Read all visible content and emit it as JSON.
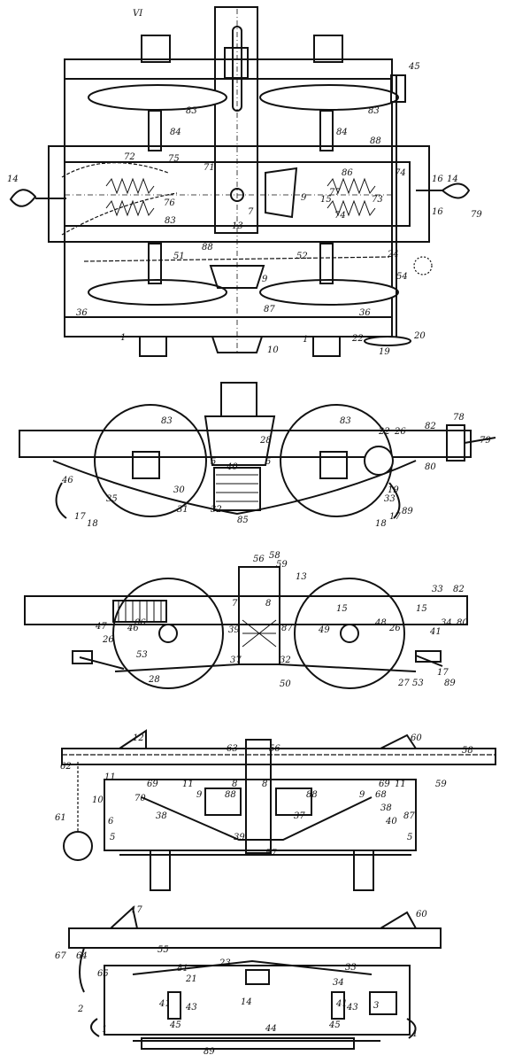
{
  "figures": [
    {
      "id": "fig1",
      "labels": [
        "VI",
        "45",
        "83",
        "83",
        "84",
        "84",
        "88",
        "75",
        "71",
        "72",
        "76",
        "74",
        "86",
        "77",
        "15",
        "73",
        "74",
        "14",
        "16",
        "16",
        "79",
        "14",
        "13",
        "7",
        "9",
        "88",
        "83",
        "24",
        "54",
        "52",
        "51",
        "9",
        "36",
        "87",
        "36",
        "1",
        "10",
        "1",
        "22",
        "20",
        "19"
      ]
    },
    {
      "id": "fig2",
      "labels": [
        "83",
        "83",
        "28",
        "22",
        "26",
        "82",
        "78",
        "79",
        "80",
        "5",
        "40",
        "5",
        "46",
        "30",
        "85",
        "19",
        "17",
        "35",
        "31",
        "32",
        "33",
        "17",
        "18",
        "18",
        "89"
      ]
    },
    {
      "id": "fig3",
      "labels": [
        "56",
        "58",
        "59",
        "13",
        "33",
        "82",
        "15",
        "15",
        "34",
        "80",
        "86",
        "7",
        "8",
        "39",
        "87",
        "49",
        "48",
        "26",
        "46",
        "41",
        "37",
        "32",
        "47",
        "26",
        "53",
        "28",
        "50",
        "27",
        "53",
        "17",
        "89"
      ]
    },
    {
      "id": "fig4",
      "labels": [
        "12",
        "63",
        "56",
        "60",
        "58",
        "62",
        "11",
        "69",
        "11",
        "8",
        "88",
        "88",
        "69",
        "11",
        "59",
        "10",
        "70",
        "9",
        "9",
        "68",
        "40",
        "61",
        "6",
        "38",
        "39",
        "37",
        "38",
        "87",
        "5",
        "5",
        "57",
        "8"
      ]
    },
    {
      "id": "fig5",
      "labels": [
        "17",
        "60",
        "67",
        "64",
        "55",
        "23",
        "81",
        "21",
        "33",
        "65",
        "34",
        "2",
        "41",
        "43",
        "14",
        "41",
        "43",
        "3",
        "1",
        "45",
        "89",
        "44",
        "45",
        "1"
      ]
    }
  ]
}
